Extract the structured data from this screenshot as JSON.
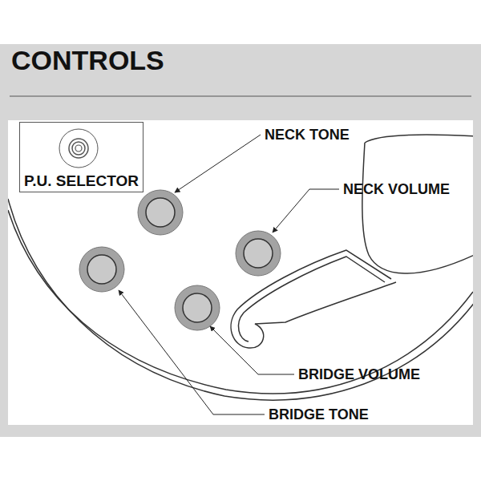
{
  "diagram": {
    "title": "CONTROLS",
    "nodes": [
      {
        "text": [
          "P.U. SELECTOR"
        ]
      }
    ],
    "labels": [
      "NECK TONE",
      "NECK VOLUME",
      "BRIDGE VOLUME",
      "BRIDGE TONE"
    ]
  }
}
